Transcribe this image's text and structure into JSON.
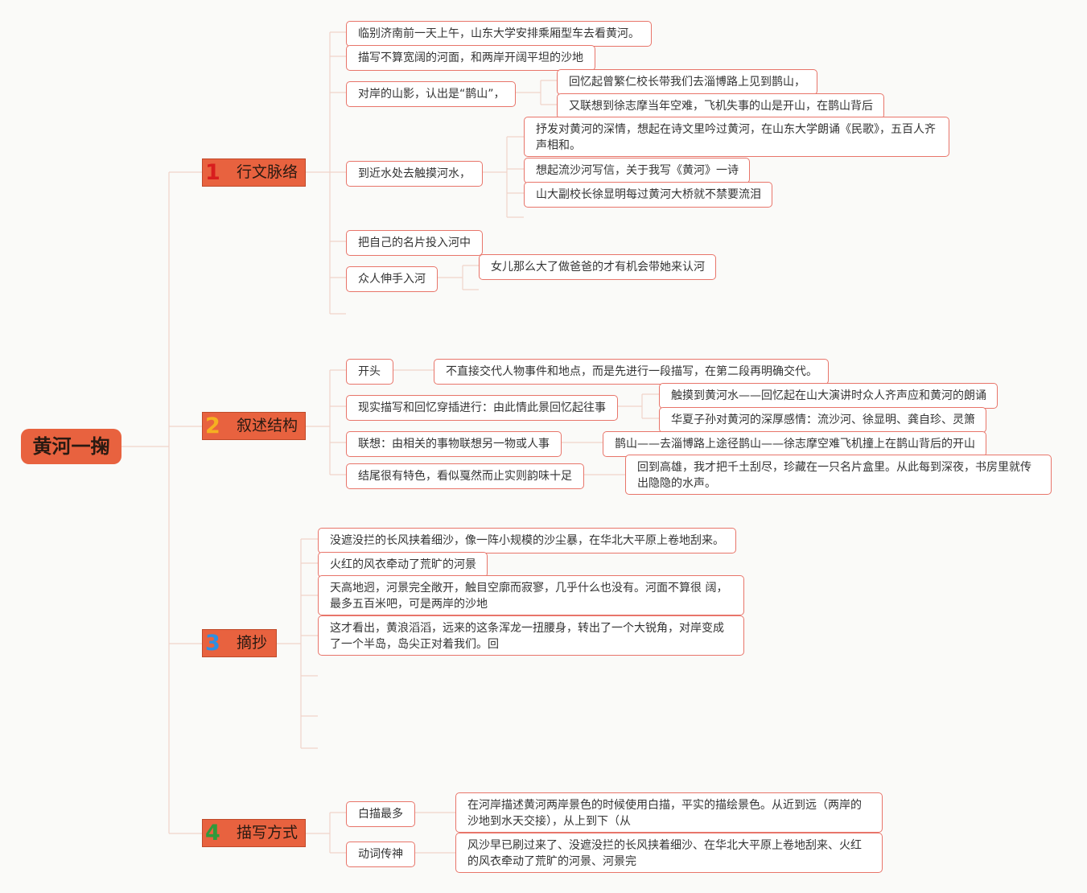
{
  "root": "黄河一掬",
  "branches": [
    {
      "num": "1",
      "num_color": "#d81e1e",
      "label": "行文脉络"
    },
    {
      "num": "2",
      "num_color": "#f5b021",
      "label": "叙述结构"
    },
    {
      "num": "3",
      "num_color": "#2f8fe0",
      "label": "摘抄"
    },
    {
      "num": "4",
      "num_color": "#2f9a3b",
      "label": "描写方式"
    }
  ],
  "b1": {
    "n1": "临别济南前一天上午，山东大学安排乘厢型车去看黄河。",
    "n2": "描写不算宽阔的河面，和两岸开阔平坦的沙地",
    "n3": "对岸的山影，认出是“鹊山”，",
    "n3a": "回忆起曾繁仁校长带我们去淄博路上见到鹊山，",
    "n3b": "又联想到徐志摩当年空难，飞机失事的山是开山，在鹊山背后",
    "n4": "到近水处去触摸河水，",
    "n4a": "抒发对黄河的深情，想起在诗文里吟过黄河，在山东大学朗诵《民歌》，五百人齐声相和。",
    "n4b": "想起流沙河写信，关于我写《黄河》一诗",
    "n4c": "山大副校长徐显明每过黄河大桥就不禁要流泪",
    "n5": "把自己的名片投入河中",
    "n6": "众人伸手入河",
    "n6a": "女儿那么大了做爸爸的才有机会带她来认河"
  },
  "b2": {
    "n1": "开头",
    "n1a": "不直接交代人物事件和地点，而是先进行一段描写，在第二段再明确交代。",
    "n2": "现实描写和回忆穿插进行：由此情此景回忆起往事",
    "n2a": "触摸到黄河水——回忆起在山大演讲时众人齐声应和黄河的朗诵",
    "n2b": "华夏子孙对黄河的深厚感情：流沙河、徐显明、龚自珍、灵箫",
    "n3": "联想：由相关的事物联想另一物或人事",
    "n3a": "鹊山——去淄博路上途径鹊山——徐志摩空难飞机撞上在鹊山背后的开山",
    "n4": "结尾很有特色，看似戛然而止实则韵味十足",
    "n4a": "回到高雄，我才把千土刮尽，珍藏在一只名片盒里。从此每到深夜，书房里就传出隐隐的水声。"
  },
  "b3": {
    "n1": "没遮没拦的长风挟着细沙，像一阵小规模的沙尘暴，在华北大平原上卷地刮来。",
    "n2": "火红的风衣牵动了荒旷的河景",
    "n3": "天高地迥，河景完全敞开，触目空廓而寂寥，几乎什么也没有。河面不算很 阔，最多五百米吧，可是两岸的沙地",
    "n4": "这才看出，黄浪滔滔，远来的这条浑龙一扭腰身，转出了一个大锐角，对岸变成了一个半岛，岛尖正对着我们。回"
  },
  "b4": {
    "n1": "白描最多",
    "n1a": "在河岸描述黄河两岸景色的时候使用白描，平实的描绘景色。从近到远（两岸的沙地到水天交接），从上到下（从",
    "n2": "动词传神",
    "n2a": "风沙早已刷过来了、没遮没拦的长风挟着细沙、在华北大平原上卷地刮来、火红的风衣牵动了荒旷的河景、河景完"
  }
}
